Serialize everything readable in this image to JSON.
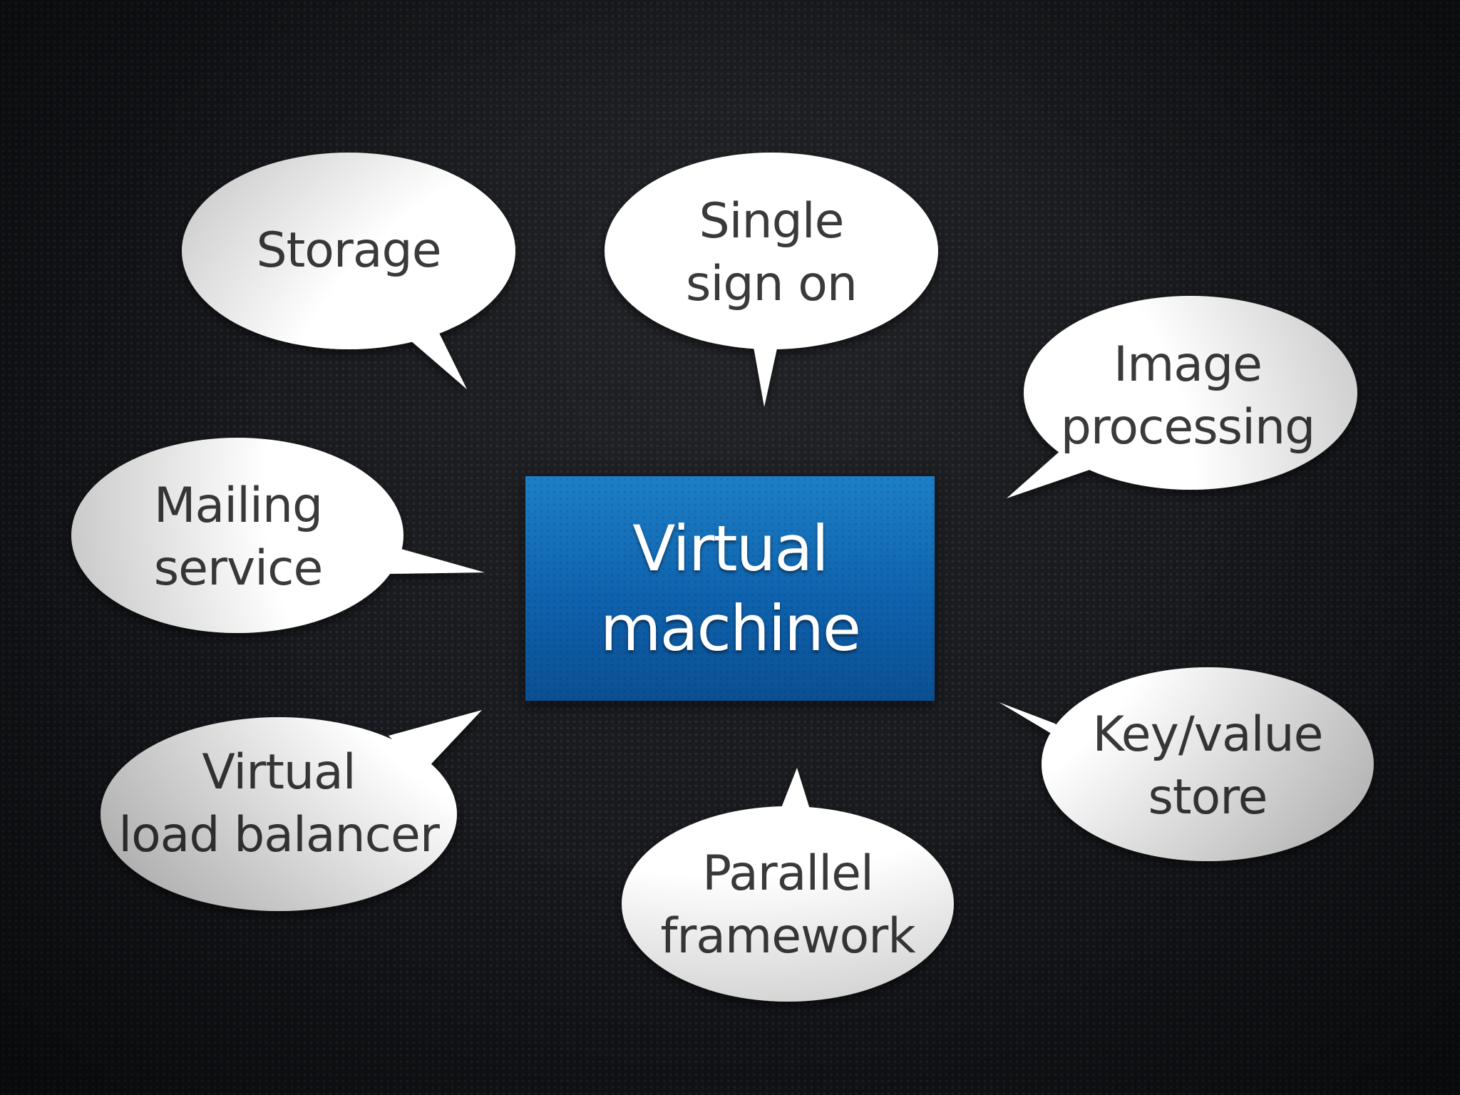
{
  "center": {
    "line1": "Virtual",
    "line2": "machine"
  },
  "bubbles": {
    "storage": {
      "line1": "Storage"
    },
    "single_sign_on": {
      "line1": "Single",
      "line2": "sign on"
    },
    "image_processing": {
      "line1": "Image",
      "line2": "processing"
    },
    "mailing_service": {
      "line1": "Mailing",
      "line2": "service"
    },
    "key_value_store": {
      "line1": "Key/value",
      "line2": "store"
    },
    "virtual_load_balancer": {
      "line1": "Virtual",
      "line2": "load balancer"
    },
    "parallel_framework": {
      "line1": "Parallel",
      "line2": "framework"
    }
  },
  "colors": {
    "background": "#15171b",
    "box": "#0e62ad",
    "bubble_fill": "#ffffff",
    "bubble_text": "#3a3a3a",
    "box_text": "#ffffff"
  }
}
